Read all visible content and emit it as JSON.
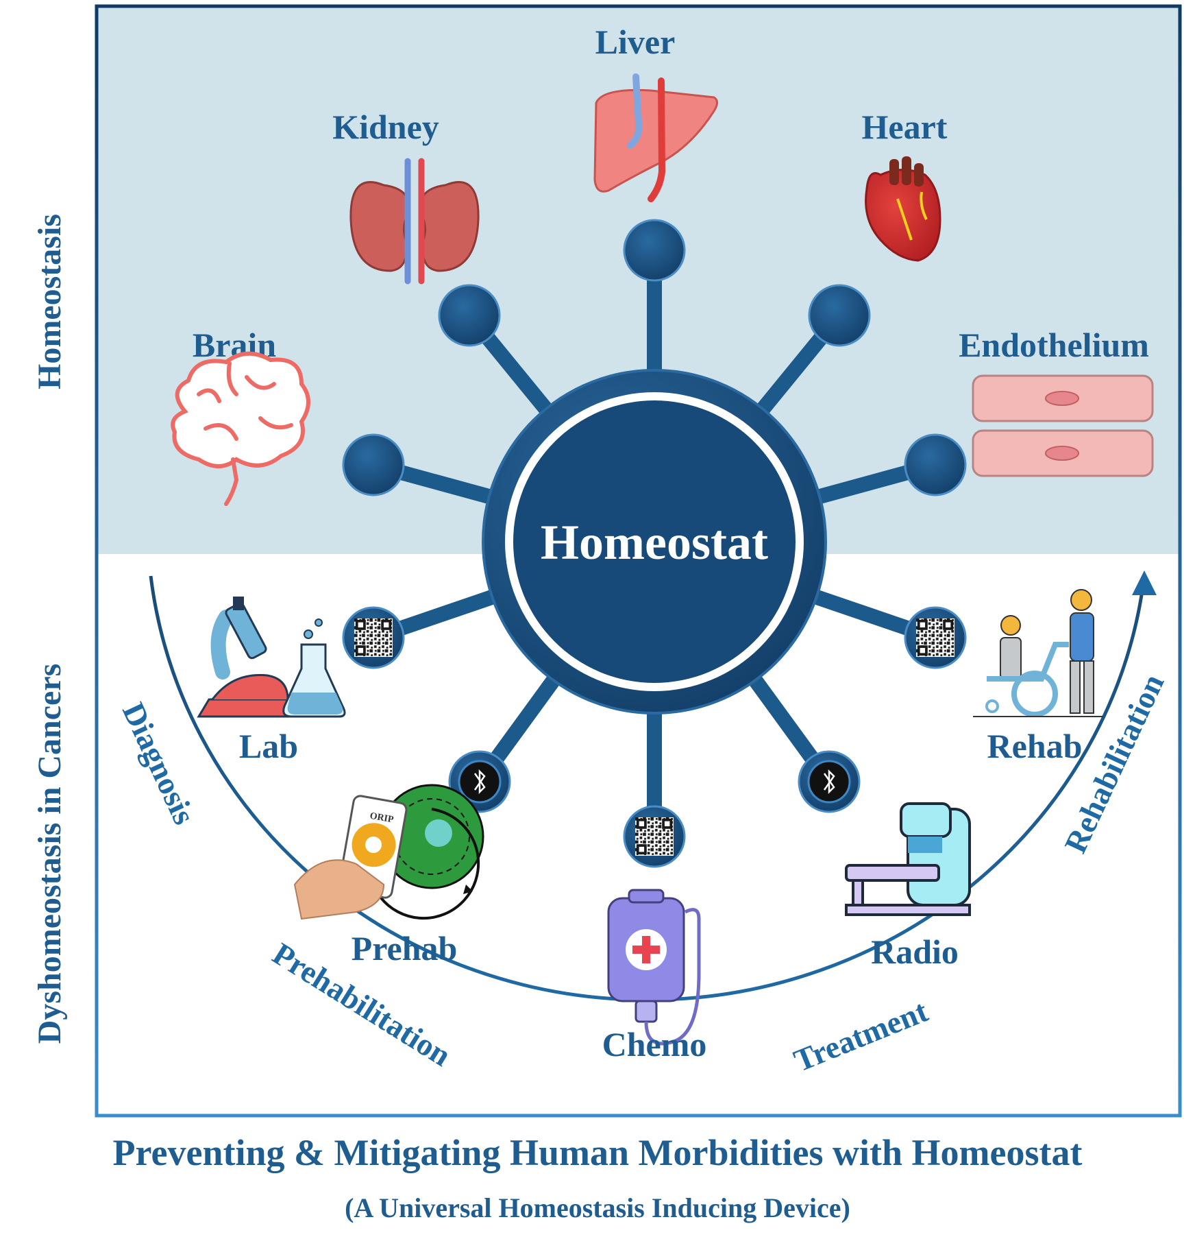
{
  "sections": {
    "top_side_label": "Homeostasis",
    "bottom_side_label": "Dyshomeostasis in Cancers"
  },
  "hub": {
    "label": "Homeostat"
  },
  "organs": {
    "liver": "Liver",
    "kidney": "Kidney",
    "heart": "Heart",
    "brain": "Brain",
    "endothelium": "Endothelium"
  },
  "care": {
    "lab": "Lab",
    "prehab": "Prehab",
    "chemo": "Chemo",
    "radio": "Radio",
    "rehab": "Rehab",
    "app_logo": "ORIP"
  },
  "stages": {
    "diagnosis": "Diagnosis",
    "prehabilitation": "Prehabilitation",
    "treatment": "Treatment",
    "rehabilitation": "Rehabilitation"
  },
  "icons": [
    "liver-icon",
    "kidney-icon",
    "heart-icon",
    "brain-icon",
    "endothelium-icon",
    "microscope-icon",
    "phone-app-icon",
    "iv-bag-icon",
    "radiotherapy-machine-icon",
    "wheelchair-icon",
    "qr-code-icon",
    "bluetooth-icon"
  ],
  "footer": {
    "title": "Preventing & Mitigating Human Morbidities with Homeostat",
    "subtitle": "(A Universal Homeostasis Inducing Device)"
  },
  "colors": {
    "frame": "#0f3b66",
    "top_panel": "#d0e2ea",
    "hub": "#1a4b78",
    "text": "#1f5c8f"
  }
}
